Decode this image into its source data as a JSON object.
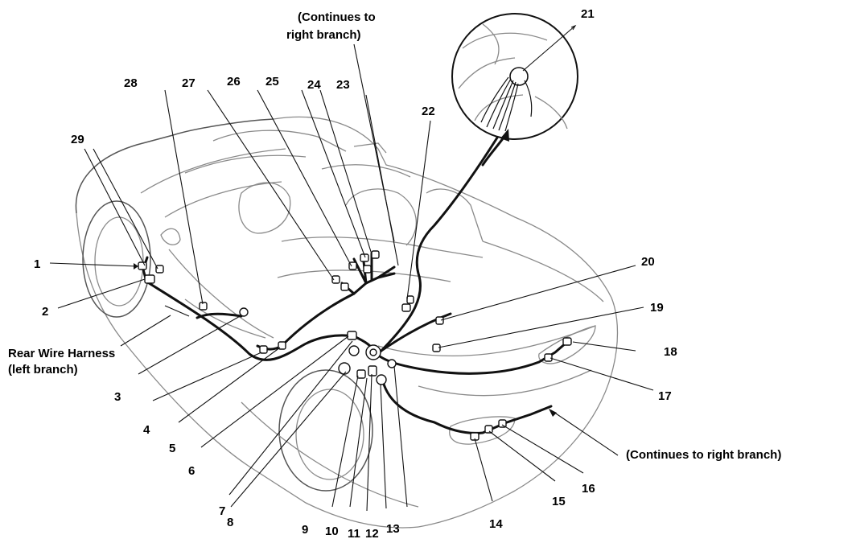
{
  "callouts": [
    "1",
    "2",
    "3",
    "4",
    "5",
    "6",
    "7",
    "8",
    "9",
    "10",
    "11",
    "12",
    "13",
    "14",
    "15",
    "16",
    "17",
    "18",
    "19",
    "20",
    "21",
    "22",
    "23",
    "24",
    "25",
    "26",
    "27",
    "28",
    "29"
  ],
  "captions": {
    "continues_top_line1": "(Continues to",
    "continues_top_line2": "right branch)",
    "harness_line1": "Rear Wire Harness",
    "harness_line2": "(left branch)",
    "continues_right": "(Continues to right branch)"
  },
  "colors": {
    "ink": "#111111",
    "car_outline": "#8a8a8a"
  }
}
